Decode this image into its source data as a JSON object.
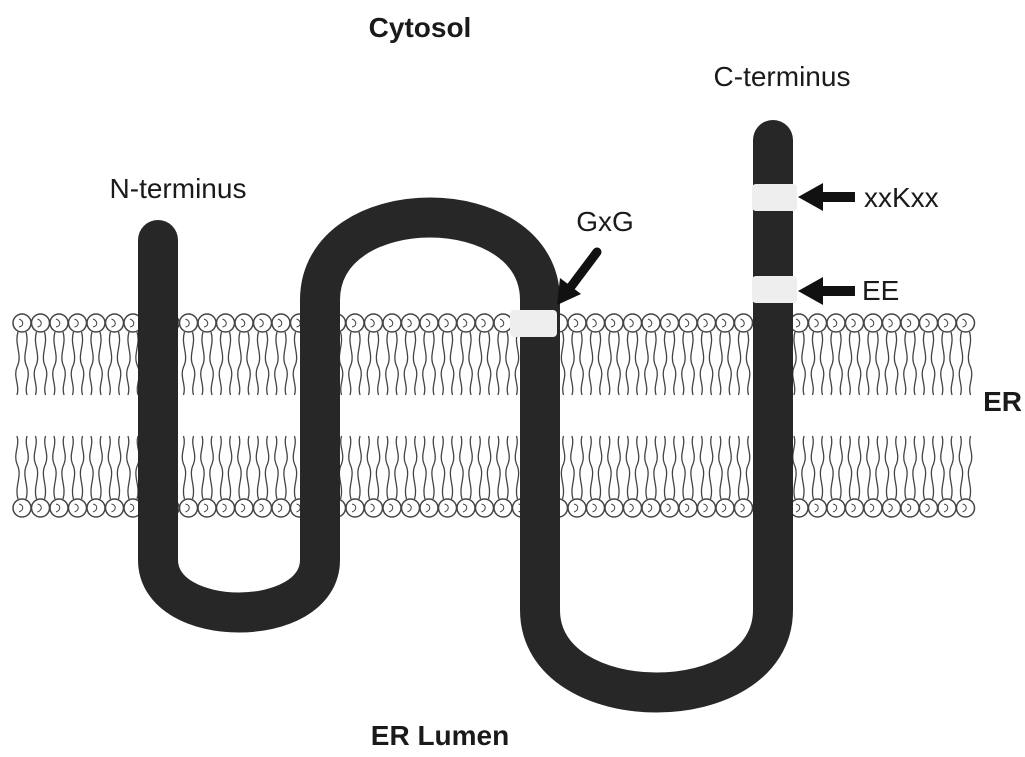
{
  "figure": {
    "labels": {
      "cytosol": "Cytosol",
      "er_lumen": "ER Lumen",
      "er": "ER",
      "n_terminus": "N-terminus",
      "c_terminus": "C-terminus",
      "gxg": "GxG",
      "xxkxx": "xxKxx",
      "ee": "EE"
    },
    "colors": {
      "protein_chain": "#272727",
      "motif_band": "#eeeeee",
      "lipid_outline": "#444444",
      "lipid_head_fill": "#ffffff",
      "arrow": "#111111",
      "text": "#1a1a1a"
    },
    "membrane": {
      "name": "lipid bilayer",
      "leaflets": 2
    },
    "protein": {
      "transmembrane_segments": 4,
      "motifs": [
        "GxG",
        "xxKxx",
        "EE"
      ]
    }
  }
}
